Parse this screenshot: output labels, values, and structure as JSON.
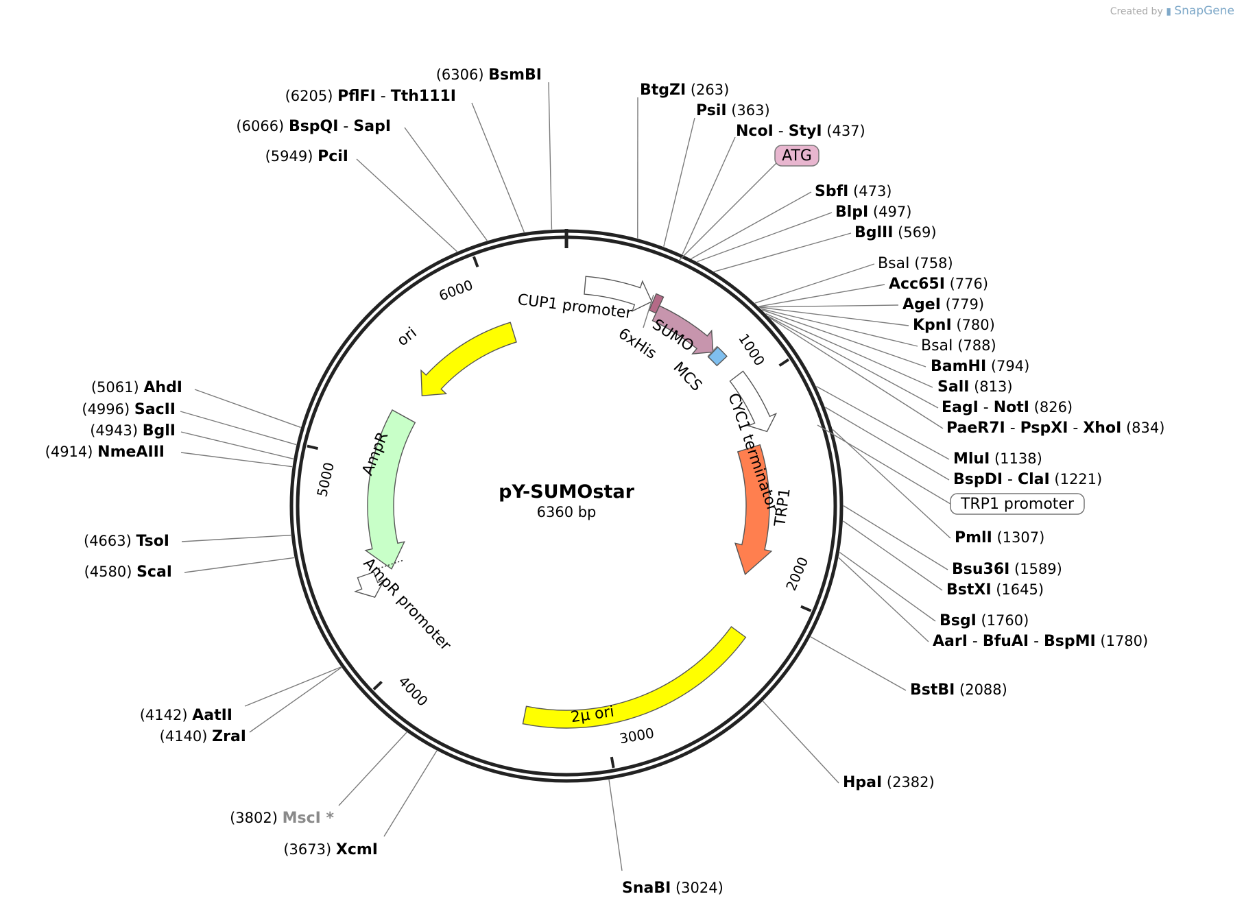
{
  "credit": {
    "created_by": "Created by",
    "brand": "SnapGene"
  },
  "plasmid": {
    "name": "pY-SUMOstar",
    "size_label": "6360 bp",
    "length_bp": 6360
  },
  "ticks": [
    {
      "bp": 1000,
      "label": "1000"
    },
    {
      "bp": 2000,
      "label": "2000"
    },
    {
      "bp": 3000,
      "label": "3000"
    },
    {
      "bp": 4000,
      "label": "4000"
    },
    {
      "bp": 5000,
      "label": "5000"
    },
    {
      "bp": 6000,
      "label": "6000"
    }
  ],
  "features": [
    {
      "name": "CUP1 promoter",
      "color": "#ffffff",
      "direction": "forward",
      "label": "CUP1 promoter"
    },
    {
      "name": "6xHis",
      "color": "#b46a87",
      "direction": "forward",
      "label": "6xHis"
    },
    {
      "name": "SUMO",
      "color": "#c795ad",
      "direction": "forward",
      "label": "SUMO"
    },
    {
      "name": "MCS",
      "color": "#7fbfef",
      "direction": "none",
      "label": "MCS"
    },
    {
      "name": "CYC1 terminator",
      "color": "#ffffff",
      "direction": "forward",
      "label": "CYC1 terminator"
    },
    {
      "name": "TRP1",
      "color": "#ff7f4f",
      "direction": "forward",
      "label": "TRP1"
    },
    {
      "name": "2μ ori",
      "color": "#ffff00",
      "direction": "none",
      "label": "2μ ori"
    },
    {
      "name": "AmpR promoter",
      "color": "#ffffff",
      "direction": "reverse",
      "label": "AmpR promoter"
    },
    {
      "name": "AmpR",
      "color": "#c8ffc8",
      "direction": "reverse",
      "label": "AmpR"
    },
    {
      "name": "ori",
      "color": "#ffff00",
      "direction": "reverse",
      "label": "ori"
    }
  ],
  "boxed_labels": [
    {
      "text": "ATG",
      "fill": "#e8b6cf"
    },
    {
      "text": "TRP1 promoter",
      "fill": "#ffffff"
    }
  ],
  "sites": [
    {
      "pos": "(6306)",
      "names": [
        "BsmBI"
      ]
    },
    {
      "pos": "(6205)",
      "names": [
        "PflFI",
        "Tth111I"
      ]
    },
    {
      "pos": "(6066)",
      "names": [
        "BspQI",
        "SapI"
      ]
    },
    {
      "pos": "(5949)",
      "names": [
        "PciI"
      ]
    },
    {
      "pos": "(263)",
      "names": [
        "BtgZI"
      ]
    },
    {
      "pos": "(363)",
      "names": [
        "PsiI"
      ]
    },
    {
      "pos": "(437)",
      "names": [
        "NcoI",
        "StyI"
      ]
    },
    {
      "pos": "(473)",
      "names": [
        "SbfI"
      ]
    },
    {
      "pos": "(497)",
      "names": [
        "BlpI"
      ]
    },
    {
      "pos": "(569)",
      "names": [
        "BglII"
      ]
    },
    {
      "pos": "(758)",
      "names": [
        "BsaI"
      ]
    },
    {
      "pos": "(776)",
      "names": [
        "Acc65I"
      ]
    },
    {
      "pos": "(779)",
      "names": [
        "AgeI"
      ]
    },
    {
      "pos": "(780)",
      "names": [
        "KpnI"
      ]
    },
    {
      "pos": "(788)",
      "names": [
        "BsaI"
      ]
    },
    {
      "pos": "(794)",
      "names": [
        "BamHI"
      ]
    },
    {
      "pos": "(813)",
      "names": [
        "SalI"
      ]
    },
    {
      "pos": "(826)",
      "names": [
        "EagI",
        "NotI"
      ]
    },
    {
      "pos": "(834)",
      "names": [
        "PaeR7I",
        "PspXI",
        "XhoI"
      ]
    },
    {
      "pos": "(1138)",
      "names": [
        "MluI"
      ]
    },
    {
      "pos": "(1221)",
      "names": [
        "BspDI",
        "ClaI"
      ]
    },
    {
      "pos": "(1307)",
      "names": [
        "PmlI"
      ]
    },
    {
      "pos": "(1589)",
      "names": [
        "Bsu36I"
      ]
    },
    {
      "pos": "(1645)",
      "names": [
        "BstXI"
      ]
    },
    {
      "pos": "(1760)",
      "names": [
        "BsgI"
      ]
    },
    {
      "pos": "(1780)",
      "names": [
        "AarI",
        "BfuAI",
        "BspMI"
      ]
    },
    {
      "pos": "(2088)",
      "names": [
        "BstBI"
      ]
    },
    {
      "pos": "(2382)",
      "names": [
        "HpaI"
      ]
    },
    {
      "pos": "(3024)",
      "names": [
        "SnaBI"
      ]
    },
    {
      "pos": "(3673)",
      "names": [
        "XcmI"
      ]
    },
    {
      "pos": "(3802)",
      "names": [
        "MscI *"
      ]
    },
    {
      "pos": "(4140)",
      "names": [
        "ZraI"
      ]
    },
    {
      "pos": "(4142)",
      "names": [
        "AatII"
      ]
    },
    {
      "pos": "(4580)",
      "names": [
        "ScaI"
      ]
    },
    {
      "pos": "(4663)",
      "names": [
        "TsoI"
      ]
    },
    {
      "pos": "(4914)",
      "names": [
        "NmeAIII"
      ]
    },
    {
      "pos": "(4943)",
      "names": [
        "BglI"
      ]
    },
    {
      "pos": "(4996)",
      "names": [
        "SacII"
      ]
    },
    {
      "pos": "(5061)",
      "names": [
        "AhdI"
      ]
    }
  ]
}
